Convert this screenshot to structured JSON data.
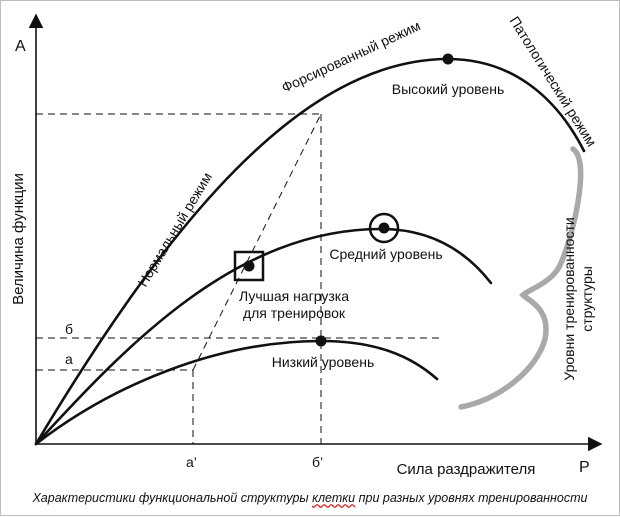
{
  "axes": {
    "y_arrow_label": "A",
    "x_arrow_label": "P",
    "y_title": "Величина функции",
    "x_title": "Сила раздражителя"
  },
  "marks": {
    "b": "б",
    "a": "а",
    "a_prime": "а’",
    "b_prime": "б’"
  },
  "modes": {
    "normal": "Нормальный режим",
    "forced": "Форсированный режим",
    "pathological": "Патологический режим"
  },
  "levels": {
    "high": "Высокий уровень",
    "medium": "Средний уровень",
    "low": "Низкий уровень"
  },
  "best_load": {
    "line1": "Лучшая нагрузка",
    "line2": "для тренировок"
  },
  "brace_label": {
    "line1": "Уровни тренированности",
    "line2": "структуры"
  },
  "caption": {
    "before": "Характеристики функциональной структуры ",
    "highlight": "клетки",
    "after": " при разных уровнях тренированности"
  },
  "colors": {
    "ink": "#111111",
    "brace": "#a9a9a9",
    "highlight_underline": "#dd2222"
  }
}
